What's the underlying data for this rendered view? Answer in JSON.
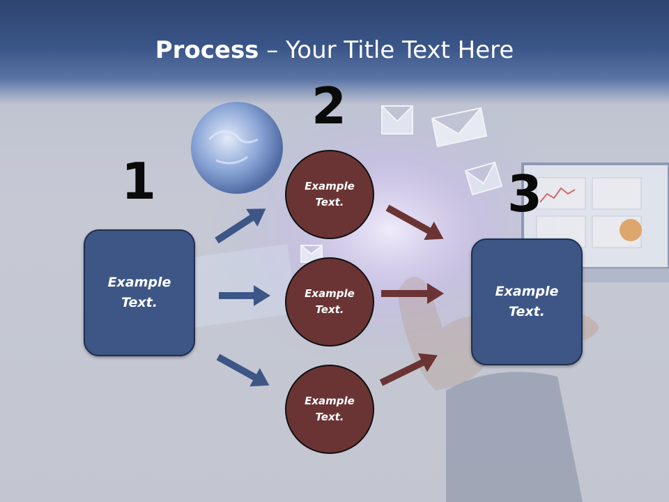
{
  "title": {
    "bold": "Process",
    "rest": " – Your Title Text Here"
  },
  "numbers": {
    "n1": "1",
    "n2": "2",
    "n3": "3"
  },
  "left_box": {
    "label": "Example Text."
  },
  "right_box": {
    "label": "Example Text."
  },
  "circles": [
    {
      "label": "Example Text."
    },
    {
      "label": "Example Text."
    },
    {
      "label": "Example Text."
    }
  ],
  "colors": {
    "box_fill": "#3d5686",
    "circle_fill": "#6b3434",
    "blue_arrow": "#3d5686",
    "red_arrow": "#6b3434",
    "title_bar": "#3a5588"
  }
}
